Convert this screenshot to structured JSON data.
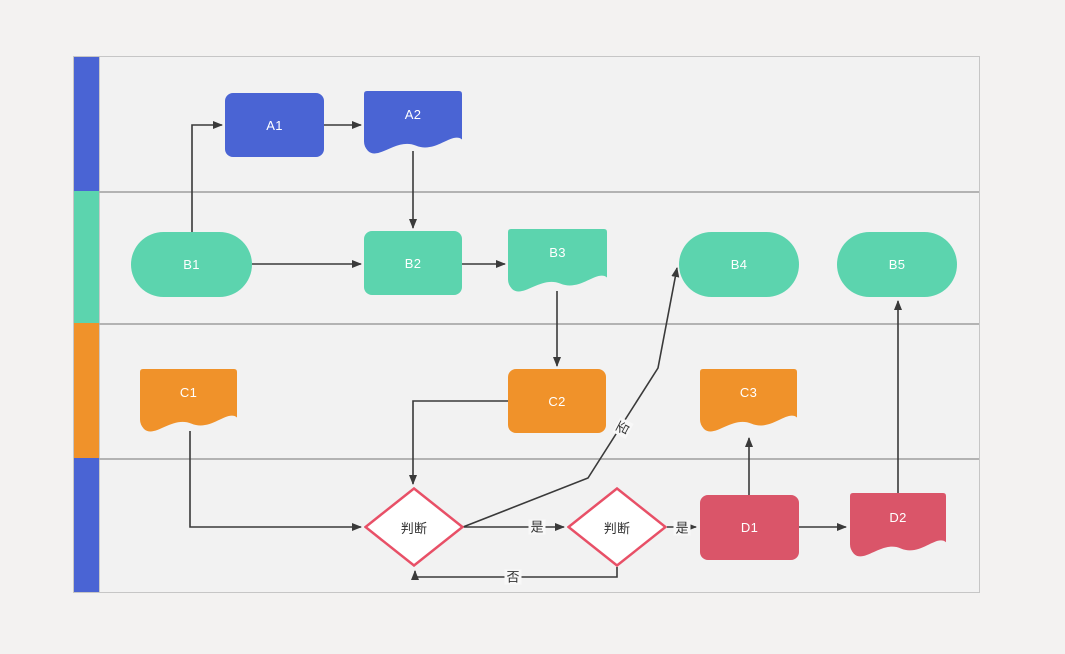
{
  "canvas": {
    "background": "#f3f2f1",
    "lane_fill": "#f2f2f2",
    "frame_border_color": "#c6c6c6",
    "lane_divider_color": "#b3b3b3",
    "line_color": "#3a3a3a",
    "decision_border_color": "#e85067"
  },
  "lanes": [
    {
      "name": "lane-1",
      "color": "#4a64d4"
    },
    {
      "name": "lane-2",
      "color": "#5cd4ae"
    },
    {
      "name": "lane-3",
      "color": "#f0922a"
    },
    {
      "name": "lane-4",
      "color": "#4a64d4"
    }
  ],
  "nodes": {
    "A1": {
      "label": "A1",
      "shape": "process",
      "color": "#4a64d4"
    },
    "A2": {
      "label": "A2",
      "shape": "document",
      "color": "#4a64d4"
    },
    "B1": {
      "label": "B1",
      "shape": "terminator",
      "color": "#5cd4ae"
    },
    "B2": {
      "label": "B2",
      "shape": "process",
      "color": "#5cd4ae"
    },
    "B3": {
      "label": "B3",
      "shape": "document",
      "color": "#5cd4ae"
    },
    "B4": {
      "label": "B4",
      "shape": "terminator",
      "color": "#5cd4ae"
    },
    "B5": {
      "label": "B5",
      "shape": "terminator",
      "color": "#5cd4ae"
    },
    "C1": {
      "label": "C1",
      "shape": "document",
      "color": "#f0922a"
    },
    "C2": {
      "label": "C2",
      "shape": "process",
      "color": "#f0922a"
    },
    "C3": {
      "label": "C3",
      "shape": "document",
      "color": "#f0922a"
    },
    "decision1": {
      "label": "判断",
      "shape": "decision",
      "color": "#ffffff"
    },
    "decision2": {
      "label": "判断",
      "shape": "decision",
      "color": "#ffffff"
    },
    "D1": {
      "label": "D1",
      "shape": "process",
      "color": "#da5569"
    },
    "D2": {
      "label": "D2",
      "shape": "document",
      "color": "#da5569"
    }
  },
  "edge_labels": {
    "decision1_yes": "是",
    "decision1_no": "否",
    "decision2_yes": "是",
    "decision2_no": "否"
  }
}
